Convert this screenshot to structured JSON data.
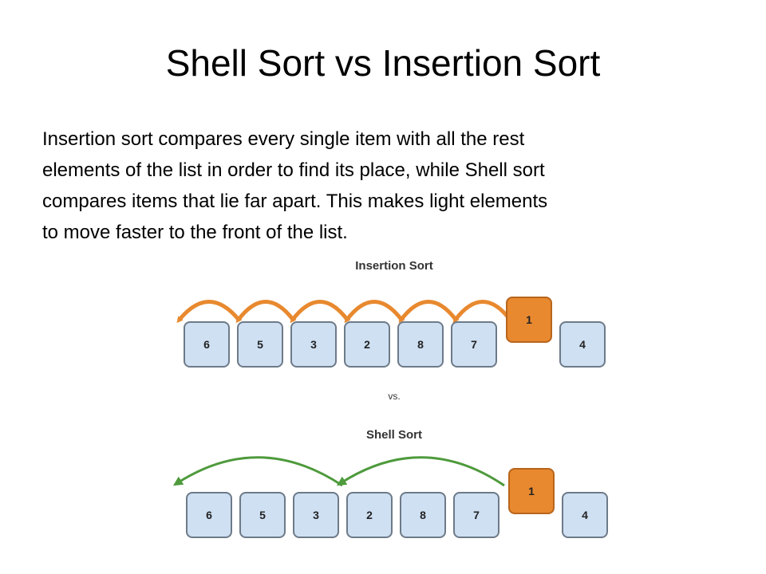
{
  "title": "Shell Sort vs Insertion Sort",
  "description_lines": [
    "Insertion sort compares every single item with all the rest",
    "elements of the list in order to find its place, while Shell sort",
    "compares items that lie far apart. This makes light elements",
    "to move faster to the front of the list."
  ],
  "insertion": {
    "label": "Insertion Sort",
    "cells": [
      "6",
      "5",
      "3",
      "2",
      "8",
      "7",
      "4"
    ],
    "active_cell": "1",
    "arrow_color": "#e8892f"
  },
  "separator": "vs.",
  "shell": {
    "label": "Shell Sort",
    "cells": [
      "6",
      "5",
      "3",
      "2",
      "8",
      "7",
      "4"
    ],
    "active_cell": "1",
    "arrow_color": "#4e9a3c"
  },
  "colors": {
    "cell_fill": "#cfe0f3",
    "cell_stroke": "#6d7a88",
    "active_fill": "#e8892f",
    "active_stroke": "#b8651d"
  }
}
